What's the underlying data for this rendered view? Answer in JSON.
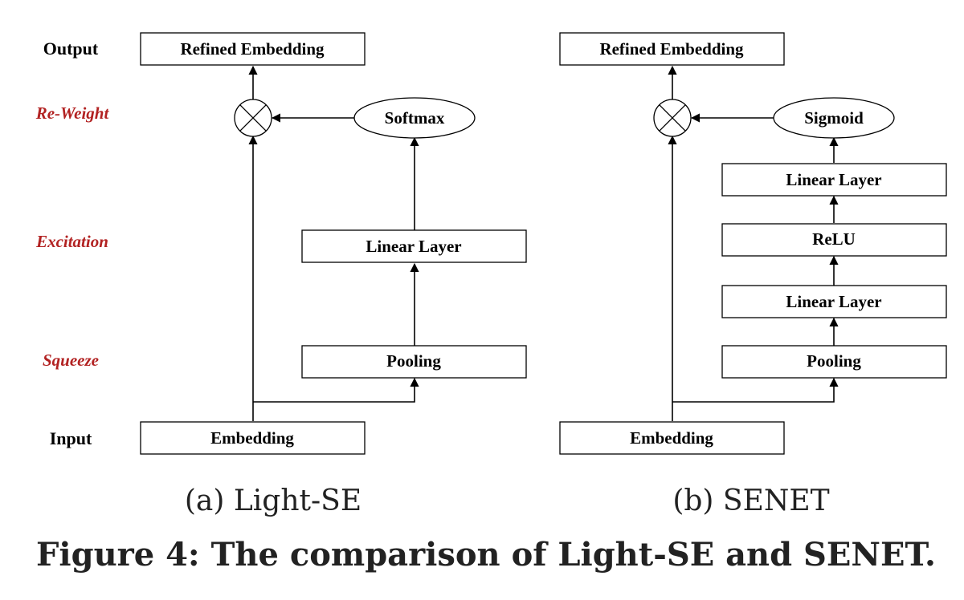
{
  "row_labels": {
    "output": "Output",
    "input": "Input",
    "reweight": "Re-Weight",
    "excitation": "Excitation",
    "squeeze": "Squeeze"
  },
  "light_se": {
    "output": "Refined Embedding",
    "activation": "Softmax",
    "linear": "Linear Layer",
    "pooling": "Pooling",
    "input": "Embedding",
    "caption": "(a) Light-SE"
  },
  "senet": {
    "output": "Refined Embedding",
    "activation": "Sigmoid",
    "linear_top": "Linear Layer",
    "relu": "ReLU",
    "linear_bottom": "Linear Layer",
    "pooling": "Pooling",
    "input": "Embedding",
    "caption": "(b) SENET"
  },
  "figure_caption": "Figure 4: The comparison of Light-SE and SENET.",
  "colors": {
    "stage_label": "#b22222",
    "text": "#000000"
  }
}
